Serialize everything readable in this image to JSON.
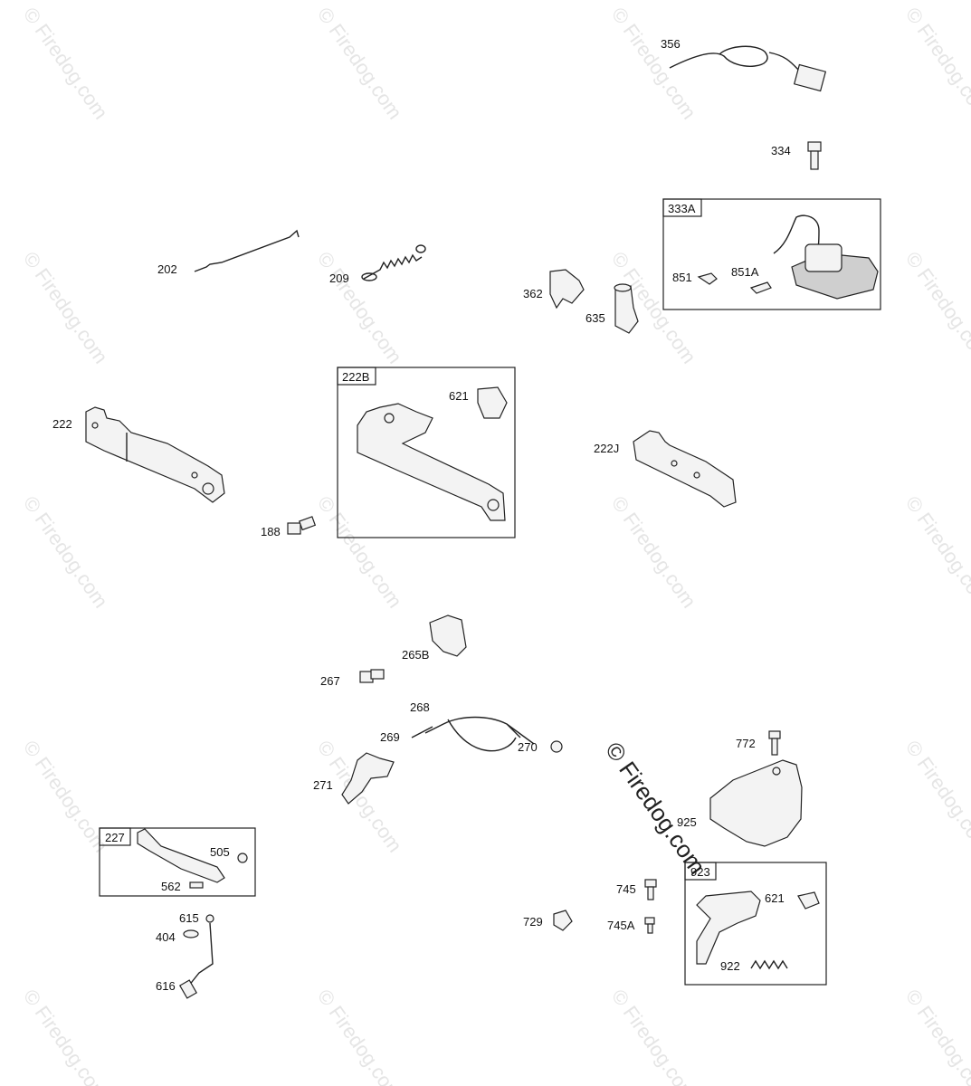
{
  "watermark": {
    "text": "© Firedog.com",
    "center_text": "© Firedog.com"
  },
  "parts": {
    "p356": "356",
    "p334": "334",
    "p333A": "333A",
    "p851": "851",
    "p851A": "851A",
    "p202": "202",
    "p209": "209",
    "p362": "362",
    "p635": "635",
    "p222": "222",
    "p222B": "222B",
    "p621a": "621",
    "p222J": "222J",
    "p188": "188",
    "p265B": "265B",
    "p267": "267",
    "p268": "268",
    "p269": "269",
    "p270": "270",
    "p271": "271",
    "p772": "772",
    "p925": "925",
    "p227": "227",
    "p505": "505",
    "p562": "562",
    "p615": "615",
    "p404": "404",
    "p616": "616",
    "p745": "745",
    "p745A": "745A",
    "p729": "729",
    "p923": "923",
    "p621b": "621",
    "p922": "922"
  },
  "icons": [
    "copyright-icon"
  ]
}
